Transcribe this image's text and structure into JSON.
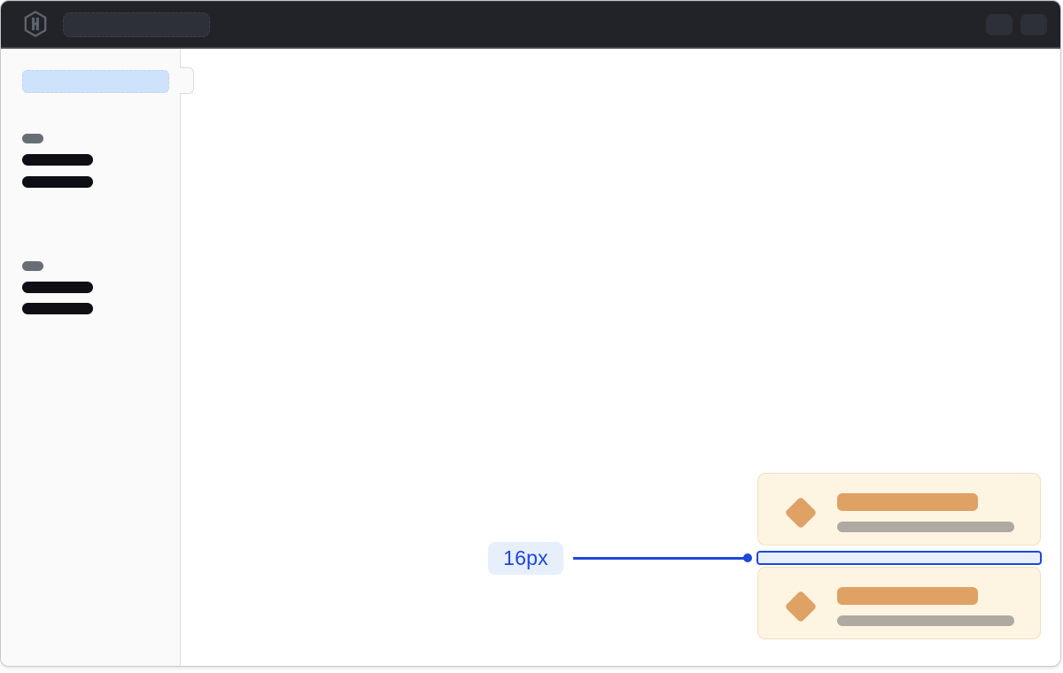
{
  "measurement": {
    "label": "16px",
    "value": 16,
    "unit": "px",
    "measures": "vertical-gap-between-list-cards"
  },
  "navbar": {
    "logo_icon": "hashicorp-logo-icon",
    "search_skeleton": "global-search-placeholder",
    "action_skeletons": [
      "nav-action-placeholder",
      "nav-action-placeholder"
    ]
  },
  "sidebar": {
    "toggle": "sidebar-collapse-handle",
    "selected_item_skeleton": "active-nav-item-placeholder",
    "groups": [
      {
        "header_skeleton": "section-label-placeholder",
        "item_skeletons": [
          "nav-link-placeholder",
          "nav-link-placeholder"
        ]
      },
      {
        "header_skeleton": "section-label-placeholder",
        "item_skeletons": [
          "nav-link-placeholder",
          "nav-link-placeholder"
        ]
      }
    ]
  },
  "cards": [
    {
      "icon": "diamond-icon",
      "title_skeleton": "card-title-placeholder",
      "subtitle_skeleton": "card-subtitle-placeholder"
    },
    {
      "icon": "diamond-icon",
      "title_skeleton": "card-title-placeholder",
      "subtitle_skeleton": "card-subtitle-placeholder"
    }
  ],
  "colors": {
    "navbar-bg": "#212329",
    "navbar-pill": "#2d3038",
    "logo-gray": "#5f636b",
    "window-border": "#c7c8cb",
    "content-bg": "#ffffff",
    "sidebar-bg": "#fafafa",
    "sidebar-border": "#dcdde1",
    "selected-item": "#cfe2fb",
    "skeleton-dark": "#0d0f14",
    "skeleton-gray": "#696e76",
    "card-bg": "#fdf4e2",
    "card-border": "#f0e1bd",
    "card-accent": "#dfa164",
    "card-muted": "#aeaaa2",
    "accent-blue": "#1c48da",
    "accent-blue-bg": "#e7eefc"
  }
}
